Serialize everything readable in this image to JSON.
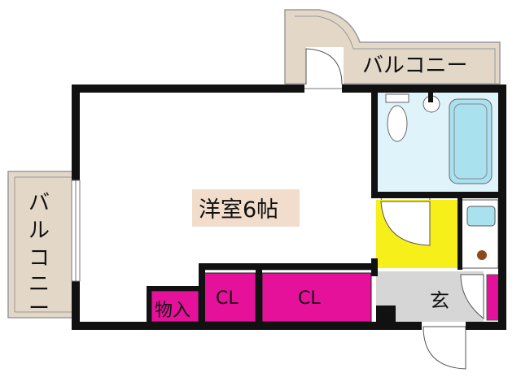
{
  "rooms": {
    "western_room": {
      "label": "洋室6帖"
    },
    "balcony_top": {
      "label": "バルコニー"
    },
    "balcony_left": {
      "label": "バルコニー",
      "chars": [
        "バ",
        "ル",
        "コ",
        "ニ",
        "ー"
      ]
    },
    "closet_1": {
      "label": "CL"
    },
    "closet_2": {
      "label": "CL"
    },
    "storage": {
      "label": "物入"
    },
    "entrance": {
      "label": "玄"
    }
  },
  "colors": {
    "wall": "#111111",
    "balcony": "#e3d7c8",
    "closet": "#e5119b",
    "kitchen": "#f7ef1a",
    "bath": "#dff3fb",
    "fixture": "#a9e1ef",
    "entrance": "#d6d6d6",
    "label_bg": "#f2ddcc"
  }
}
